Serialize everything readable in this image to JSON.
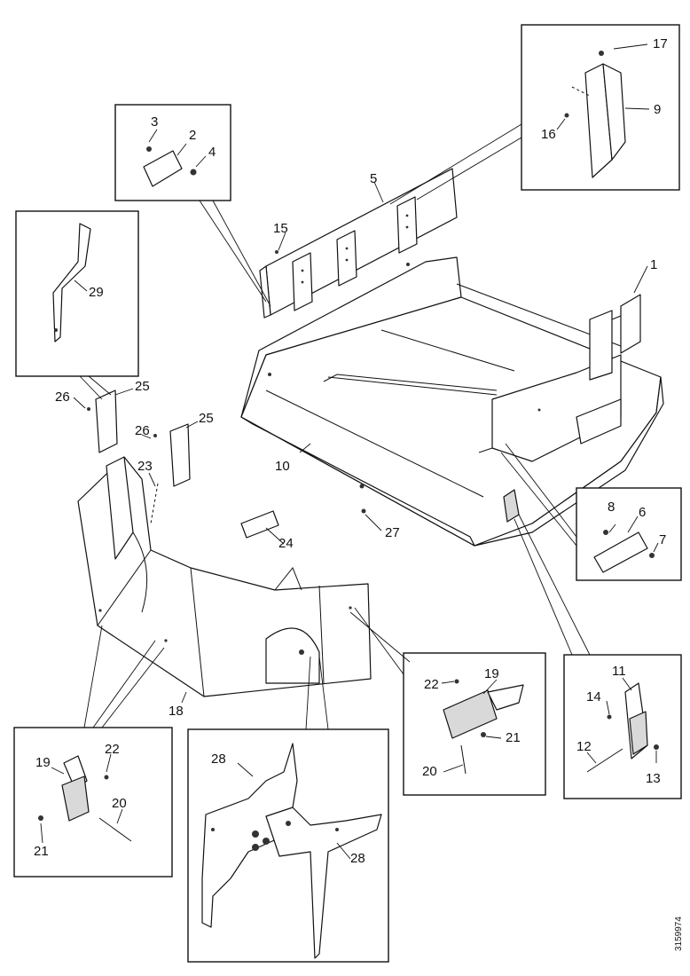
{
  "callouts": {
    "c1": "1",
    "c2": "2",
    "c3": "3",
    "c4": "4",
    "c5": "5",
    "c6": "6",
    "c7": "7",
    "c8": "8",
    "c9": "9",
    "c10": "10",
    "c11": "11",
    "c12": "12",
    "c13": "13",
    "c14": "14",
    "c15": "15",
    "c16": "16",
    "c17": "17",
    "c18": "18",
    "c19a": "19",
    "c19b": "19",
    "c20a": "20",
    "c20b": "20",
    "c21a": "21",
    "c21b": "21",
    "c22a": "22",
    "c22b": "22",
    "c23": "23",
    "c24": "24",
    "c25a": "25",
    "c25b": "25",
    "c26a": "26",
    "c26b": "26",
    "c27": "27",
    "c28a": "28",
    "c28b": "28",
    "c29": "29"
  },
  "reference_number": "3159974"
}
